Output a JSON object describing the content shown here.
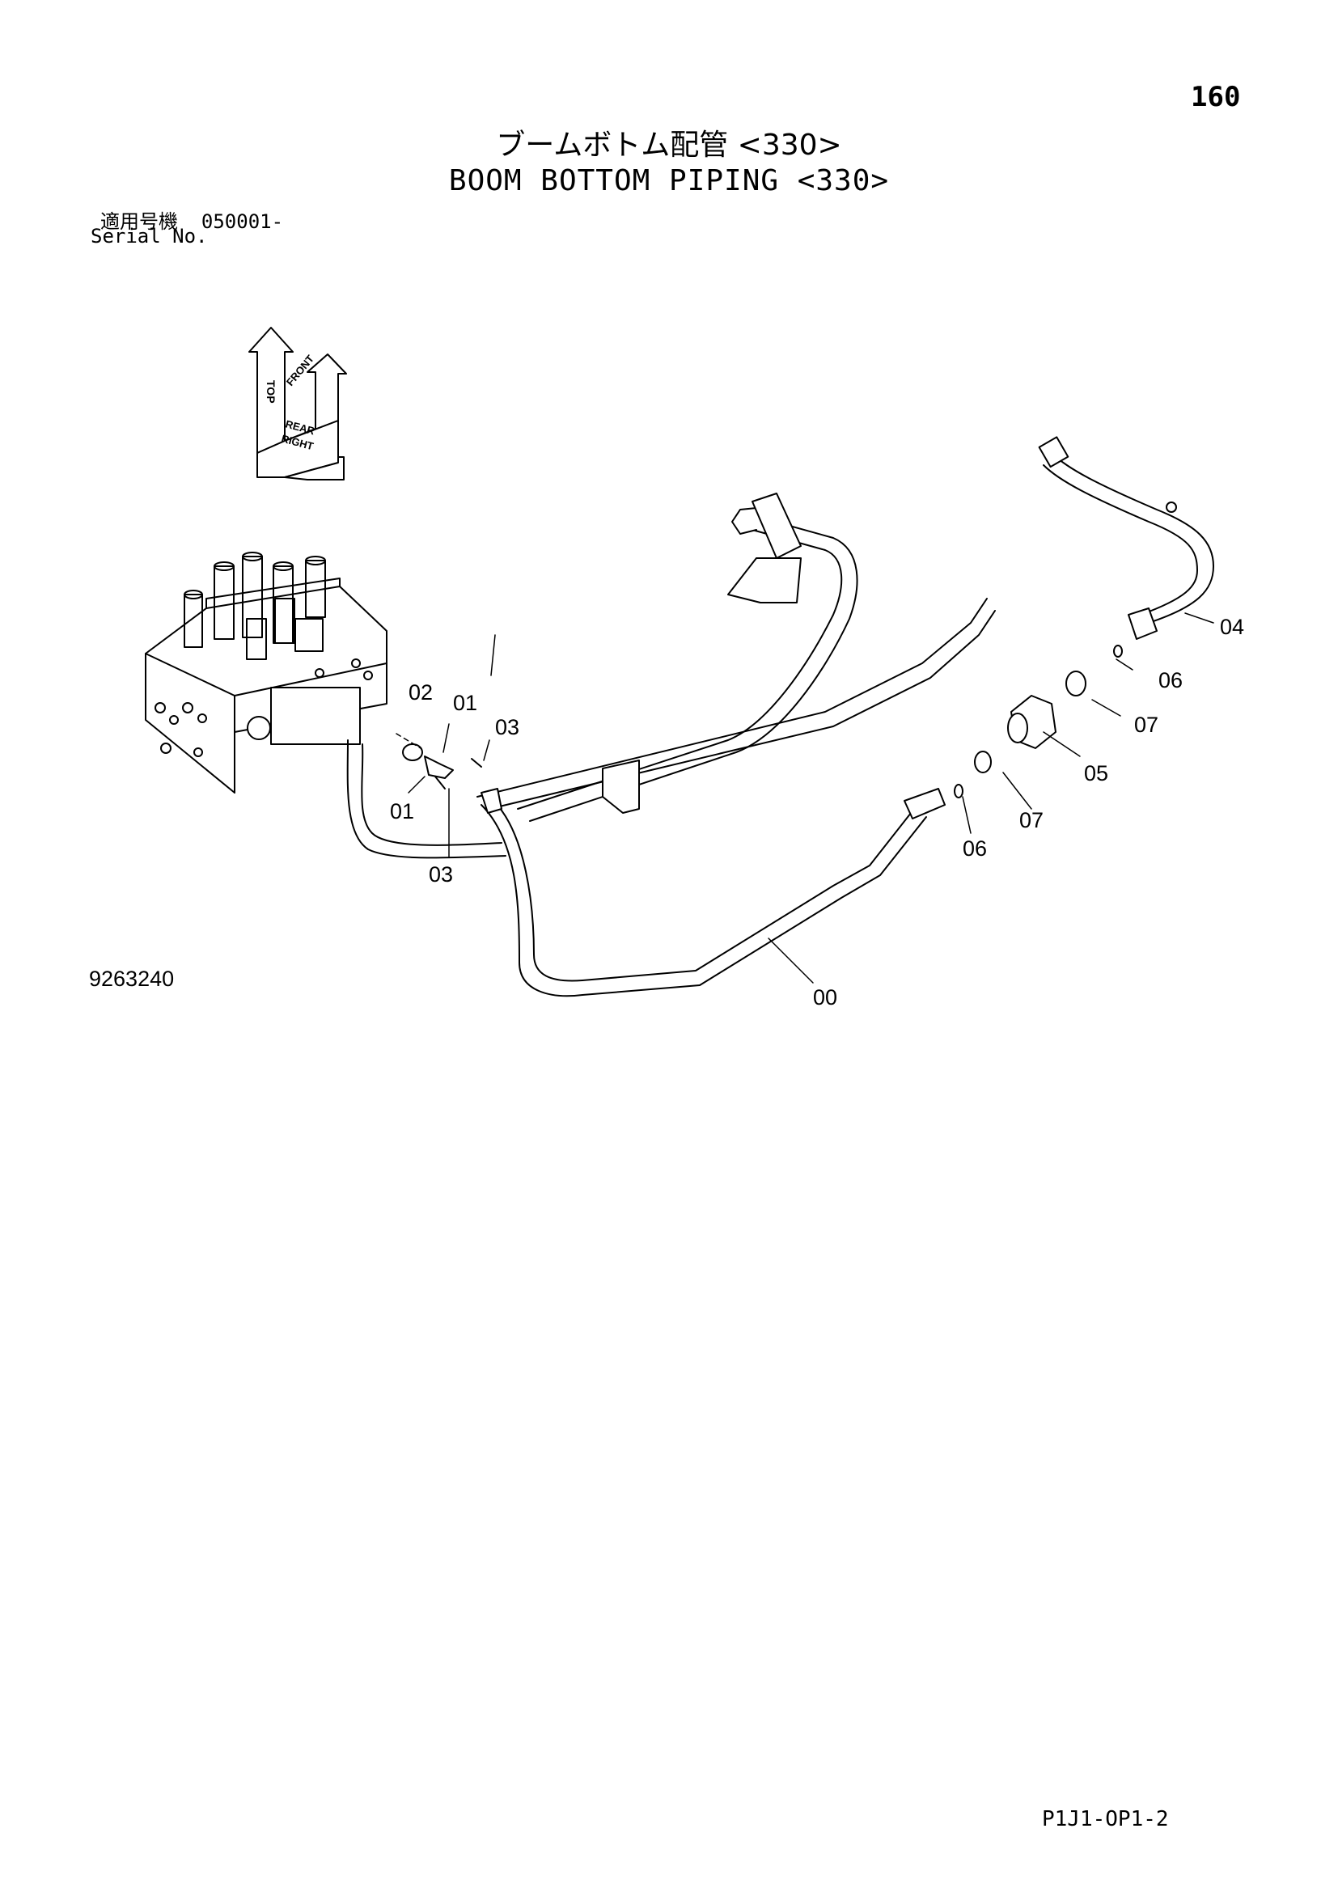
{
  "page_number": "160",
  "title_jp": "ブームボトム配管 <330>",
  "title_en": "BOOM BOTTOM PIPING <330>",
  "serial": {
    "label_jp": "適用号機",
    "value": "050001-",
    "label_en": "Serial No."
  },
  "orientation_labels": [
    "TOP",
    "FRONT",
    "REAR",
    "RIGHT"
  ],
  "part_callouts": [
    "00",
    "01",
    "01",
    "02",
    "03",
    "03",
    "04",
    "05",
    "06",
    "06",
    "07",
    "07"
  ],
  "figure_number": "9263240",
  "page_code": "P1J1-OP1-2"
}
